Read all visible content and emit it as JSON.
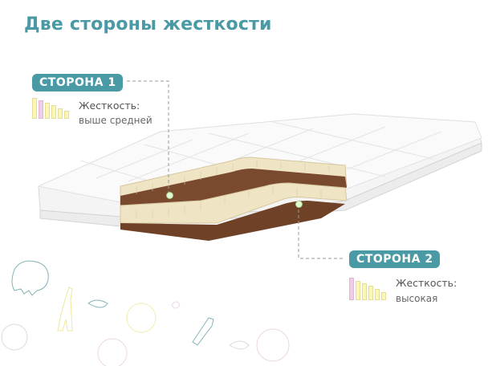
{
  "title": "Две стороны жесткости",
  "side1": {
    "badge": "СТОРОНА 1",
    "label": "Жесткость:",
    "value": "выше средней",
    "bars": [
      {
        "h": 26,
        "color": "yellow"
      },
      {
        "h": 23,
        "color": "pink"
      },
      {
        "h": 20,
        "color": "yellow"
      },
      {
        "h": 17,
        "color": "yellow"
      },
      {
        "h": 13,
        "color": "yellow"
      },
      {
        "h": 10,
        "color": "yellow"
      }
    ]
  },
  "side2": {
    "badge": "СТОРОНА 2",
    "label": "Жесткость:",
    "value": "высокая",
    "bars": [
      {
        "h": 28,
        "color": "pink"
      },
      {
        "h": 24,
        "color": "yellow"
      },
      {
        "h": 21,
        "color": "yellow"
      },
      {
        "h": 18,
        "color": "yellow"
      },
      {
        "h": 14,
        "color": "yellow"
      },
      {
        "h": 10,
        "color": "yellow"
      }
    ]
  },
  "colors": {
    "accent": "#4a9aa6",
    "latex": "#efe4c4",
    "coconut": "#7a4a2e",
    "bar_yellow": "#fbf6b4",
    "bar_pink": "#efcde5"
  },
  "illustration": {
    "product": "mattress-cutaway",
    "decor": [
      "elephant-icon",
      "giraffe-icon",
      "lion-icon",
      "leaf-icon"
    ]
  }
}
